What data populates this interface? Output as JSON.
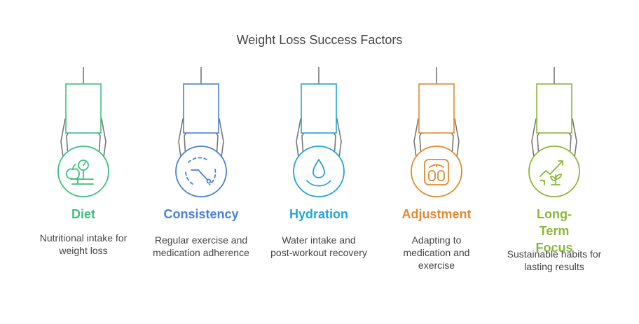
{
  "title": "Weight Loss Success Factors",
  "factors": [
    {
      "label": "Diet",
      "description": "Nutritional intake for weight loss",
      "color": "#3fbf7f",
      "icon": "diet-scale-apple-icon"
    },
    {
      "label": "Consistency",
      "description": "Regular exercise and medication adherence",
      "color": "#4a80d9",
      "icon": "progress-gauge-icon"
    },
    {
      "label": "Hydration",
      "description": "Water intake and post-workout recovery",
      "color": "#22a5d6",
      "icon": "water-drop-icon"
    },
    {
      "label": "Adjustment",
      "description": "Adapting to medication and exercise",
      "color": "#e08a33",
      "icon": "bathroom-scale-icon"
    },
    {
      "label": "Long-Term Focus",
      "description": "Sustainable habits for lasting results",
      "color": "#8ab83a",
      "icon": "growth-plant-icon"
    }
  ]
}
